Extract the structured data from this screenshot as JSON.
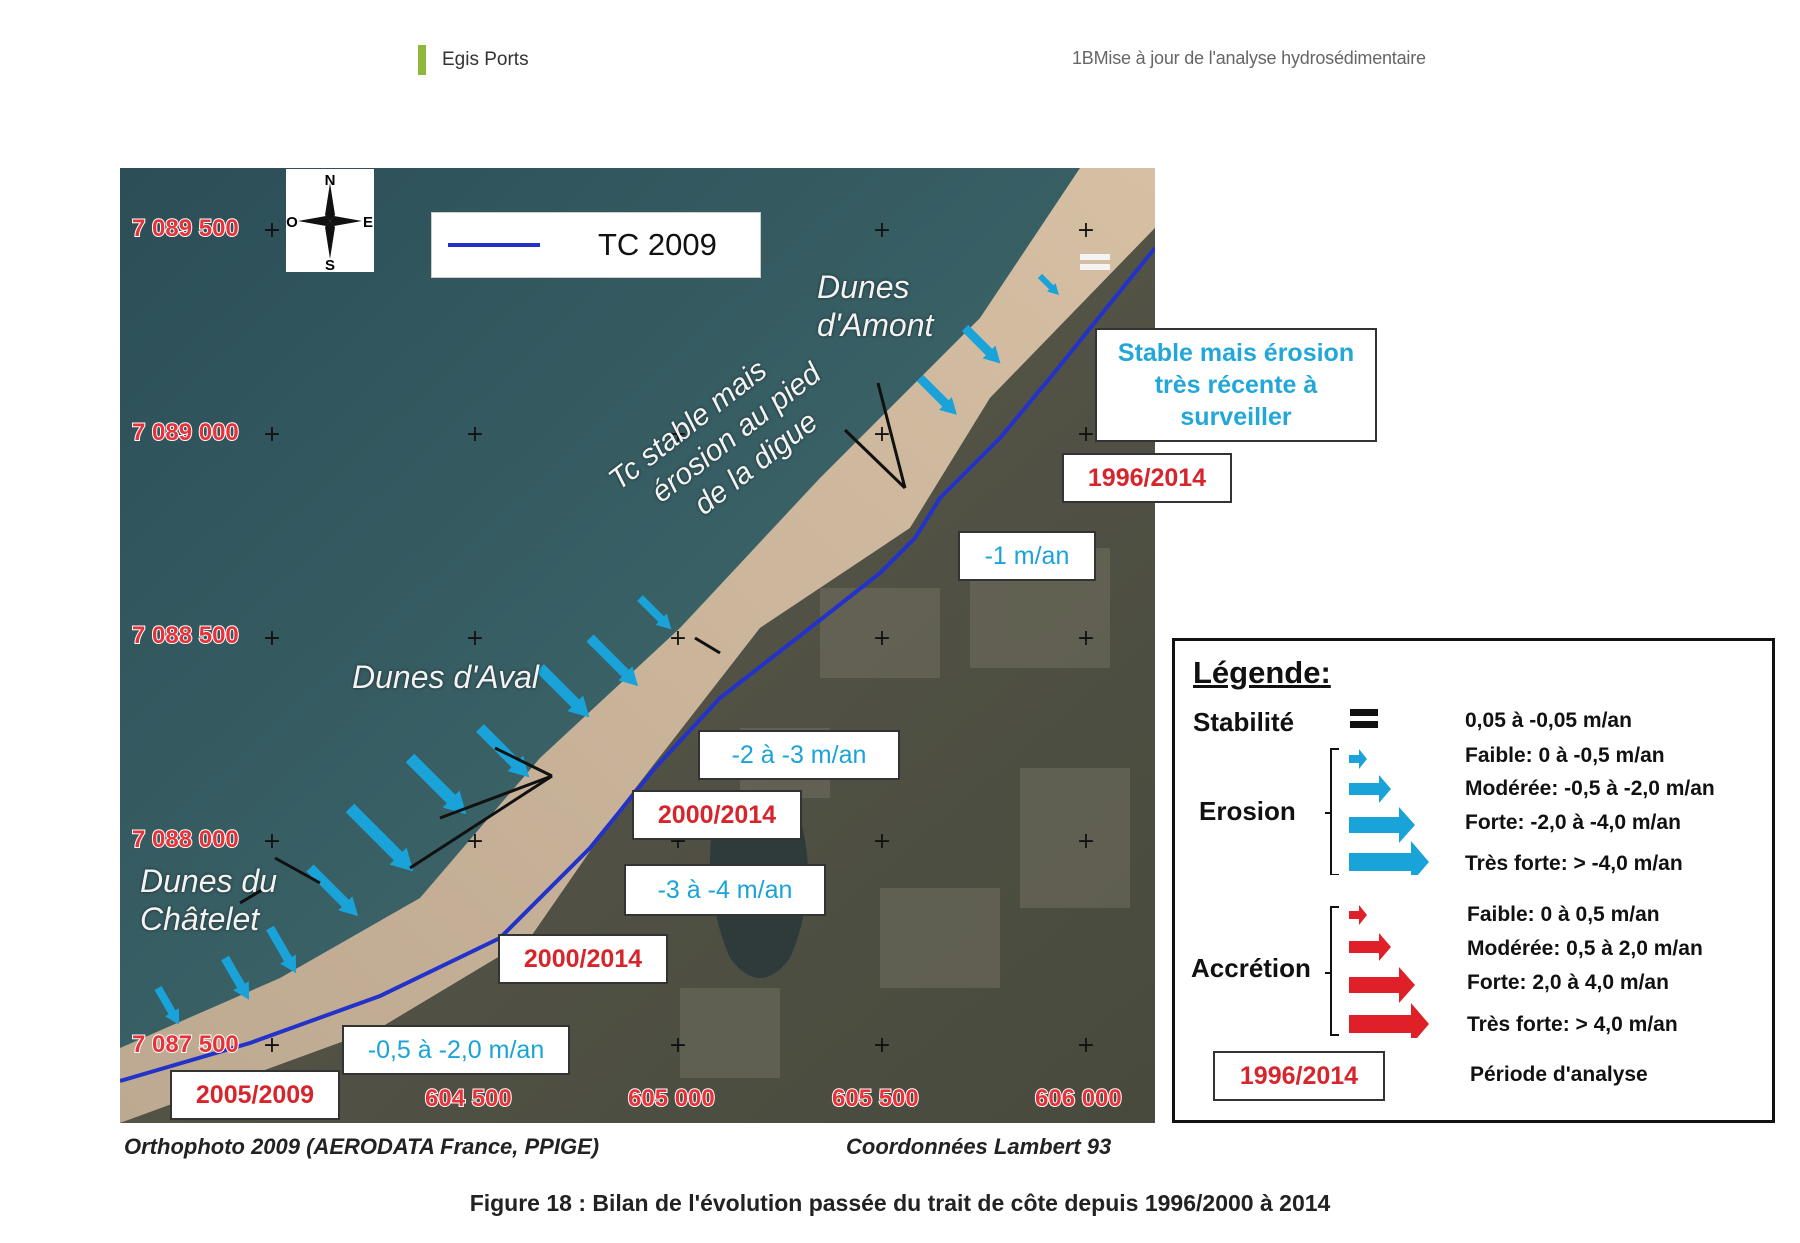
{
  "header": {
    "left": "Egis Ports",
    "right": "1BMise à jour de l'analyse hydrosédimentaire"
  },
  "map": {
    "y_coords": [
      "7 089 500",
      "7 089 000",
      "7 088 500",
      "7 088 000",
      "7 087 500"
    ],
    "x_coords": [
      "604 500",
      "605 000",
      "605 500",
      "606 000"
    ],
    "compass": {
      "n": "N",
      "s": "S",
      "e": "E",
      "w": "O"
    },
    "legend_line_label": "TC 2009",
    "areas": {
      "dunes_amont": "Dunes\nd'Amont",
      "dunes_aval": "Dunes d'Aval",
      "dunes_chatelet": "Dunes du\nChâtelet",
      "tc_note_1": "Tc stable mais",
      "tc_note_2": "érosion au pied",
      "tc_note_3": "de la digue"
    },
    "stable_note": "Stable mais érosion très récente à surveiller",
    "periods": [
      "1996/2014",
      "2000/2014",
      "2000/2014",
      "2005/2009"
    ],
    "rates": [
      "-1 m/an",
      "-2 à -3 m/an",
      "-3 à -4 m/an",
      "-0,5 à -2,0 m/an"
    ],
    "colors": {
      "erosion": "#1aa3d8",
      "accretion": "#e02028",
      "trait_de_cote": "#2332c8",
      "period_text": "#d6262c"
    }
  },
  "legend": {
    "title": "Légende",
    "stabilite": {
      "label": "Stabilité",
      "range": "0,05 à -0,05 m/an"
    },
    "erosion": {
      "label": "Erosion",
      "items": [
        "Faible: 0 à -0,5 m/an",
        "Modérée: -0,5 à -2,0 m/an",
        "Forte: -2,0 à -4,0 m/an",
        "Très forte: > -4,0 m/an"
      ]
    },
    "accretion": {
      "label": "Accrétion",
      "items": [
        "Faible: 0 à 0,5 m/an",
        "Modérée: 0,5 à 2,0 m/an",
        "Forte: 2,0 à 4,0 m/an",
        "Très forte: > 4,0 m/an"
      ]
    },
    "period_example": "1996/2014",
    "period_label": "Période d'analyse"
  },
  "captions": {
    "source": "Orthophoto 2009 (AERODATA France, PPIGE)",
    "coords": "Coordonnées Lambert 93",
    "figure": "Figure 18 : Bilan de l'évolution passée du trait de côte depuis 1996/2000 à 2014"
  }
}
